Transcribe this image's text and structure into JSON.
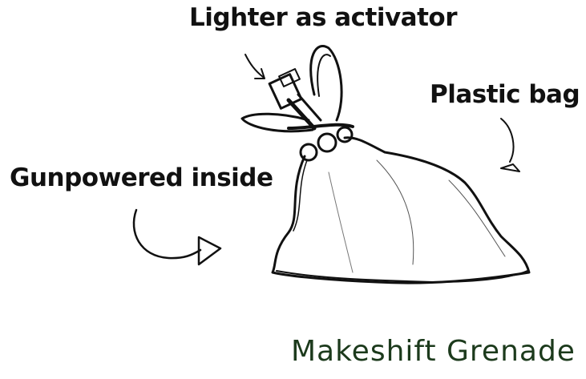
{
  "labels": {
    "lighter": "Lighter as activator",
    "bag": "Plastic bag",
    "gunpowder": "Gunpowered inside"
  },
  "caption": "Makeshift Grenade",
  "colors": {
    "ink": "#111111",
    "caption": "#1c3a1c",
    "background": "#ffffff"
  }
}
